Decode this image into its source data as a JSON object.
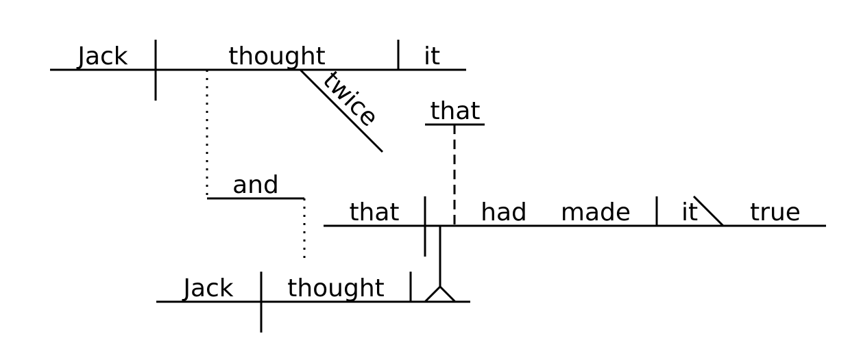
{
  "clause1": {
    "subject": "Jack",
    "verb": "thought",
    "object": "it",
    "modifier": "twice"
  },
  "conjunction": "and",
  "clause2": {
    "subject": "Jack",
    "verb": "thought"
  },
  "subordinate": {
    "connector": "that",
    "subject": "that",
    "verb": "had made",
    "verb_words": [
      "had",
      "made"
    ],
    "object": "it",
    "complement": "true"
  }
}
